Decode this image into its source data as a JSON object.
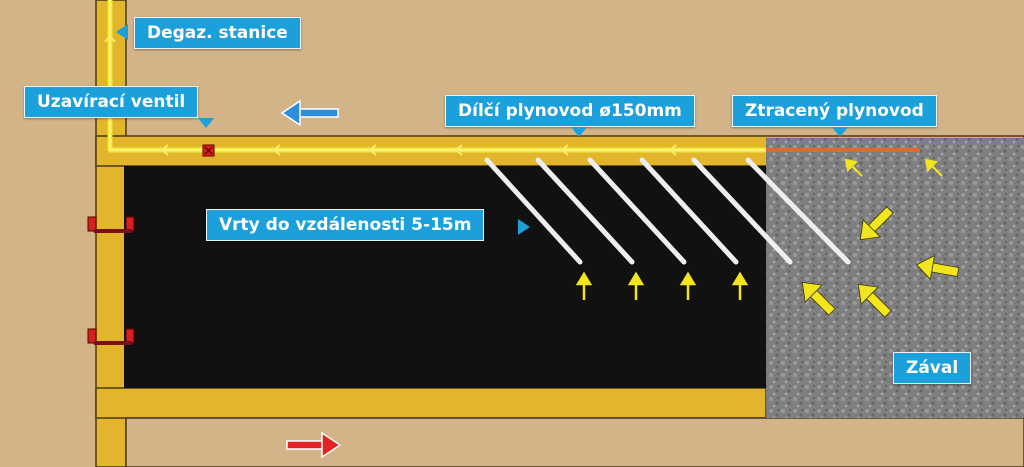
{
  "labels": {
    "degaz_stanice": "Degaz. stanice",
    "uzaviraci_ventil": "Uzavírací ventil",
    "dilci_plynovod": "Dílčí plynovod ø150mm",
    "ztraceny_plynovod": "Ztracený plynovod",
    "vrty": "Vrty do vzdálenosti 5-15m",
    "zaval": "Zával"
  },
  "colors": {
    "ground": "#d2b488",
    "roadway": "#e2b52c",
    "coal_seam": "#111111",
    "goaf": "#8a8a8a",
    "gas_pipe": "#f3ea32",
    "lost_pipe": "#e0692a",
    "boreholes": "#eeeeee",
    "label_bg": "#1ba0dc",
    "fresh_air_arrow": "#e32323",
    "return_air_arrow": "#2b8fdd",
    "valve": "#e0201f"
  },
  "icons": {
    "valve": "valve-icon",
    "air_in": "arrow-right-icon",
    "air_out": "arrow-left-icon",
    "gas_flow": "arrow-icon"
  }
}
